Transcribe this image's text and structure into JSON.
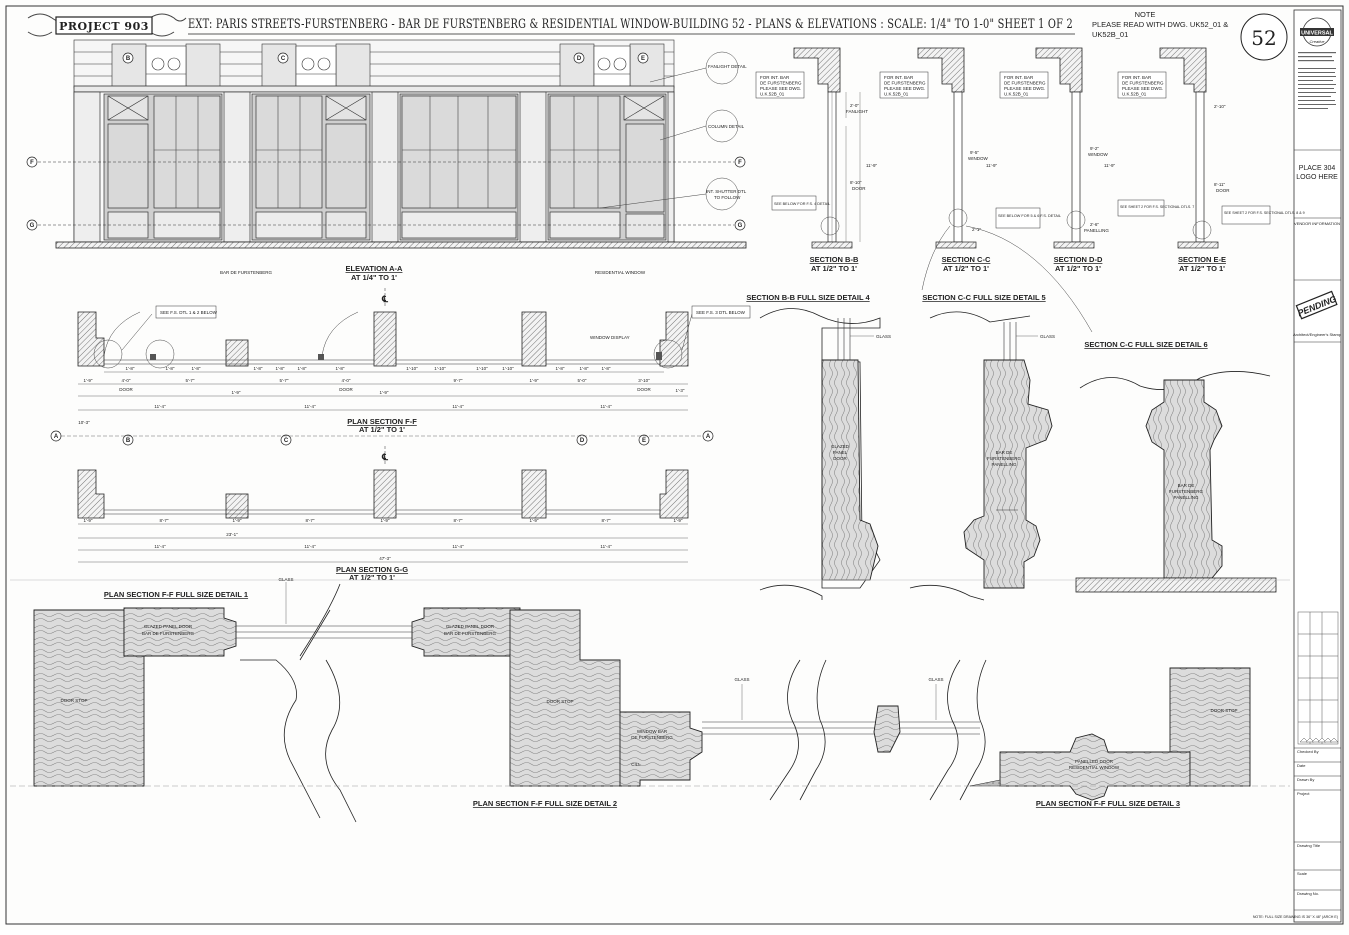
{
  "header": {
    "project": "PROJECT 903",
    "title": "EXT: PARIS STREETS-FURSTENBERG - BAR DE FURSTENBERG & RESIDENTIAL WINDOW-BUILDING 52 - PLANS & ELEVATIONS : SCALE: 1/4\" TO 1-0\"  SHEET 1 OF 2",
    "note_heading": "NOTE",
    "note_line1": "PLEASE READ WITH DWG. UK52_01 &",
    "note_line2": "UK52B_01",
    "building_number": "52"
  },
  "title_block": {
    "logo_text": "UNIVERSAL",
    "logo_sub": "Creative",
    "place_logo_line1": "PLACE 304",
    "place_logo_line2": "LOGO HERE",
    "vendor_info": "VENDOR INFORMATION",
    "stamp": "PENDING",
    "stamp_caption": "Architect/Engineer's Stamp",
    "checked_by": "Checked By",
    "date": "Date",
    "drawn_by": "Drawn By",
    "project_label": "Project",
    "drawing_title": "Drawing Title",
    "scale_label": "Scale",
    "drawing_no": "Drawing No.",
    "footer_note": "NOTE: FULL SIZE DRAWING IS 36\" X 48\" (ARCH E)"
  },
  "elevation": {
    "title": "ELEVATION A-A",
    "scale": "AT 1/4\" TO 1'",
    "left_caption": "BAR DE FURSTENBERG",
    "right_caption": "RESIDENTIAL WINDOW",
    "callout_fanlight": "FANLIGHT DETAIL",
    "callout_column": "COLUMN DETAIL",
    "callout_shutter_1": "INT. SHUTTER DTL",
    "callout_shutter_2": "TO FOLLOW",
    "markers": [
      "B",
      "C",
      "D",
      "E",
      "F",
      "G"
    ]
  },
  "sections": [
    {
      "title": "SECTION B-B",
      "scale": "AT 1/2\" TO 1'",
      "note1": "FOR INT. BAR",
      "note2": "DE FURSTENBERG",
      "note3": "PLEASE SEE DWG.",
      "note4": "U.K.52B_01",
      "dim1": "2'-0\"",
      "dim1_label": "FANLIGHT",
      "dim2": "8'-10\"",
      "dim2_label": "DOOR",
      "dim3": "11'-9\"",
      "below": "SEE BELOW FOR F.S. 4 DETAIL"
    },
    {
      "title": "SECTION C-C",
      "scale": "AT 1/2\" TO 1'",
      "note1": "FOR INT. BAR",
      "note2": "DE FURSTENBERG",
      "note3": "PLEASE SEE DWG.",
      "note4": "U.K.52B_01",
      "dim1": "9'-5\"",
      "dim1_label": "WINDOW",
      "dim2": "2'-1\"",
      "dim3": "11'-9\"",
      "below": "SEE BELOW FOR 5 & 6 F.S. DETAIL"
    },
    {
      "title": "SECTION D-D",
      "scale": "AT 1/2\" TO 1'",
      "note1": "FOR INT. BAR",
      "note2": "DE FURSTENBERG",
      "note3": "PLEASE SEE DWG.",
      "note4": "U.K.52B_01",
      "dim1": "9'-2\"",
      "dim1_label": "WINDOW",
      "dim2": "2'-6\"",
      "dim2_label": "PANELLING",
      "dim3": "11'-9\"",
      "below": "SEE SHEET 2 FOR F.S. SECTIONAL DTLS. 7"
    },
    {
      "title": "SECTION E-E",
      "scale": "AT 1/2\" TO 1'",
      "note1": "FOR INT. BAR",
      "note2": "DE FURSTENBERG",
      "note3": "PLEASE SEE DWG.",
      "note4": "U.K.52B_01",
      "dim1": "2'-10\"",
      "dim2": "8'-11\"",
      "dim2_label": "DOOR",
      "dim3": "",
      "below": "SEE SHEET 2 FOR F.S. SECTIONAL DTLS. 8 & 9"
    }
  ],
  "plan_ff": {
    "title": "PLAN SECTION F-F",
    "scale": "AT 1/2\" TO 1'",
    "callout_left": "SEE F.S. DTL 1 & 2 BELOW",
    "callout_right": "SEE F.S. 3 DTL BELOW",
    "window_display": "WINDOW DISPLAY",
    "door_left": "DOOR",
    "door_mid": "DOOR",
    "door_right": "DOOR",
    "dims_top": [
      "1'-8\"",
      "1'-8\"",
      "1'-8\"",
      "1'-8\"",
      "1'-8\"",
      "1'-8\"",
      "1'-8\"",
      "1'-10\"",
      "1'-10\"",
      "1'-10\"",
      "1'-10\"",
      "1'-8\"",
      "1'-8\"",
      "1'-8\""
    ],
    "dims_mid": [
      "1'-9\"",
      "4'-0\"",
      "5'-7\"",
      "5'-7\"",
      "4'-0\"",
      "9'-7\"",
      "1'-9\"",
      "5'-0\"",
      "3'-10\"",
      "1'-3\""
    ],
    "dims_low": [
      "10'-3\"",
      "1'-9\"",
      "1'-9\""
    ],
    "dims_total": [
      "11'-4\"",
      "11'-4\"",
      "11'-4\"",
      "11'-4\""
    ],
    "marks": [
      "A",
      "B",
      "C",
      "D",
      "E",
      "A"
    ]
  },
  "plan_gg": {
    "title": "PLAN SECTION G-G",
    "scale": "AT 1/2\" TO 1'",
    "dims_top": [
      "1'-9\"",
      "8'-7\"",
      "1'-9\"",
      "8'-7\"",
      "1'-9\"",
      "8'-7\"",
      "1'-9\"",
      "8'-7\"",
      "1'-9\""
    ],
    "dims_mid": [
      "23'-1\""
    ],
    "dims_total": [
      "11'-4\"",
      "11'-4\"",
      "11'-4\"",
      "11'-4\""
    ],
    "overall": "47'-3\""
  },
  "fs_details": {
    "d4_title": "SECTION B-B FULL SIZE DETAIL 4",
    "d4_glass": "GLASS",
    "d4_label1": "GLAZED",
    "d4_label2": "PANEL",
    "d4_label3": "DOOR",
    "d5_title": "SECTION C-C FULL SIZE DETAIL 5",
    "d5_glass": "GLASS",
    "d5_label1": "BAR DE",
    "d5_label2": "FURSTENBERG",
    "d5_label3": "PANELLING",
    "d6_title": "SECTION C-C FULL SIZE DETAIL 6",
    "d6_label1": "BAR DE",
    "d6_label2": "FURSTENBERG",
    "d6_label3": "PANELLING",
    "d1_title": "PLAN SECTION F-F FULL SIZE DETAIL 1",
    "d1_glass": "GLASS",
    "d1_panel_a1": "GLAZED PANEL DOOR",
    "d1_panel_a2": "BAR DE FURSTENBERG",
    "d1_panel_b1": "GLAZED PANEL DOOR",
    "d1_panel_b2": "BAR DE FURSTENBERG",
    "d1_stop": "DOOR STOP",
    "d2_title": "PLAN SECTION F-F FULL SIZE DETAIL 2",
    "d2_stop": "DOOR STOP",
    "d2_window1": "WINDOW BAR",
    "d2_window2": "DE FURSTENBERG",
    "d2_cill": "CILL",
    "d2_glass": "GLASS",
    "d3_title": "PLAN SECTION F-F FULL SIZE DETAIL 3",
    "d3_glass": "GLASS",
    "d3_stop": "DOOR STOP",
    "d3_panel1": "PANELLED DOOR",
    "d3_panel2": "RESIDENTIAL WINDOW"
  },
  "colors": {
    "wood_fill": "#dcdcdc",
    "glass_fill": "#cfcfcf",
    "line": "#222222",
    "paper": "#fdfdfc"
  }
}
